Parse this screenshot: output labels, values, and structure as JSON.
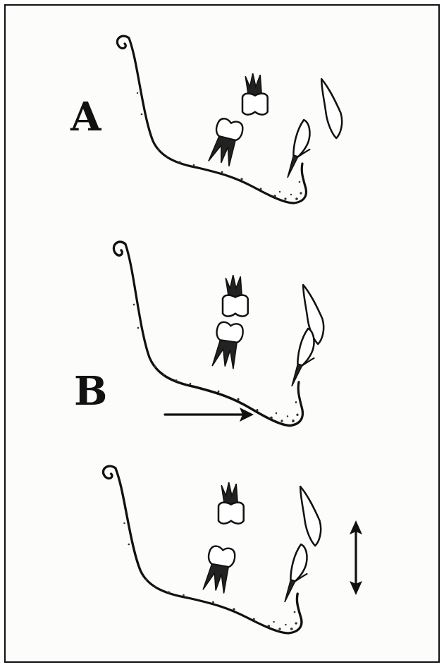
{
  "figure": {
    "panels": [
      {
        "id": "A",
        "label": "A",
        "movement": "none"
      },
      {
        "id": "B",
        "label": "B",
        "movement": "forward-arrow"
      },
      {
        "id": "C",
        "label": "",
        "movement": "vertical-arrow"
      }
    ],
    "colors": {
      "ink": "#111111",
      "background": "#fcfcfb",
      "border": "#111111"
    },
    "icons": [
      "mandible-outline",
      "molar-tooth",
      "incisor-tooth",
      "horizontal-arrow-right",
      "vertical-double-arrow"
    ]
  }
}
